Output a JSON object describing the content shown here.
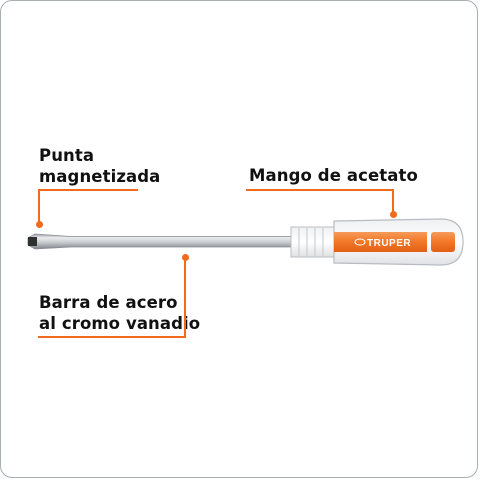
{
  "labels": {
    "tip": [
      "Punta",
      "magnetizada"
    ],
    "handle": "Mango de acetato",
    "shaft": [
      "Barra de acero",
      "al cromo vanadio"
    ]
  },
  "brand": "TRUPER",
  "colors": {
    "accent": "#f26a1b",
    "handle_orange": "#f47a2a",
    "border": "#a9aeb3"
  }
}
